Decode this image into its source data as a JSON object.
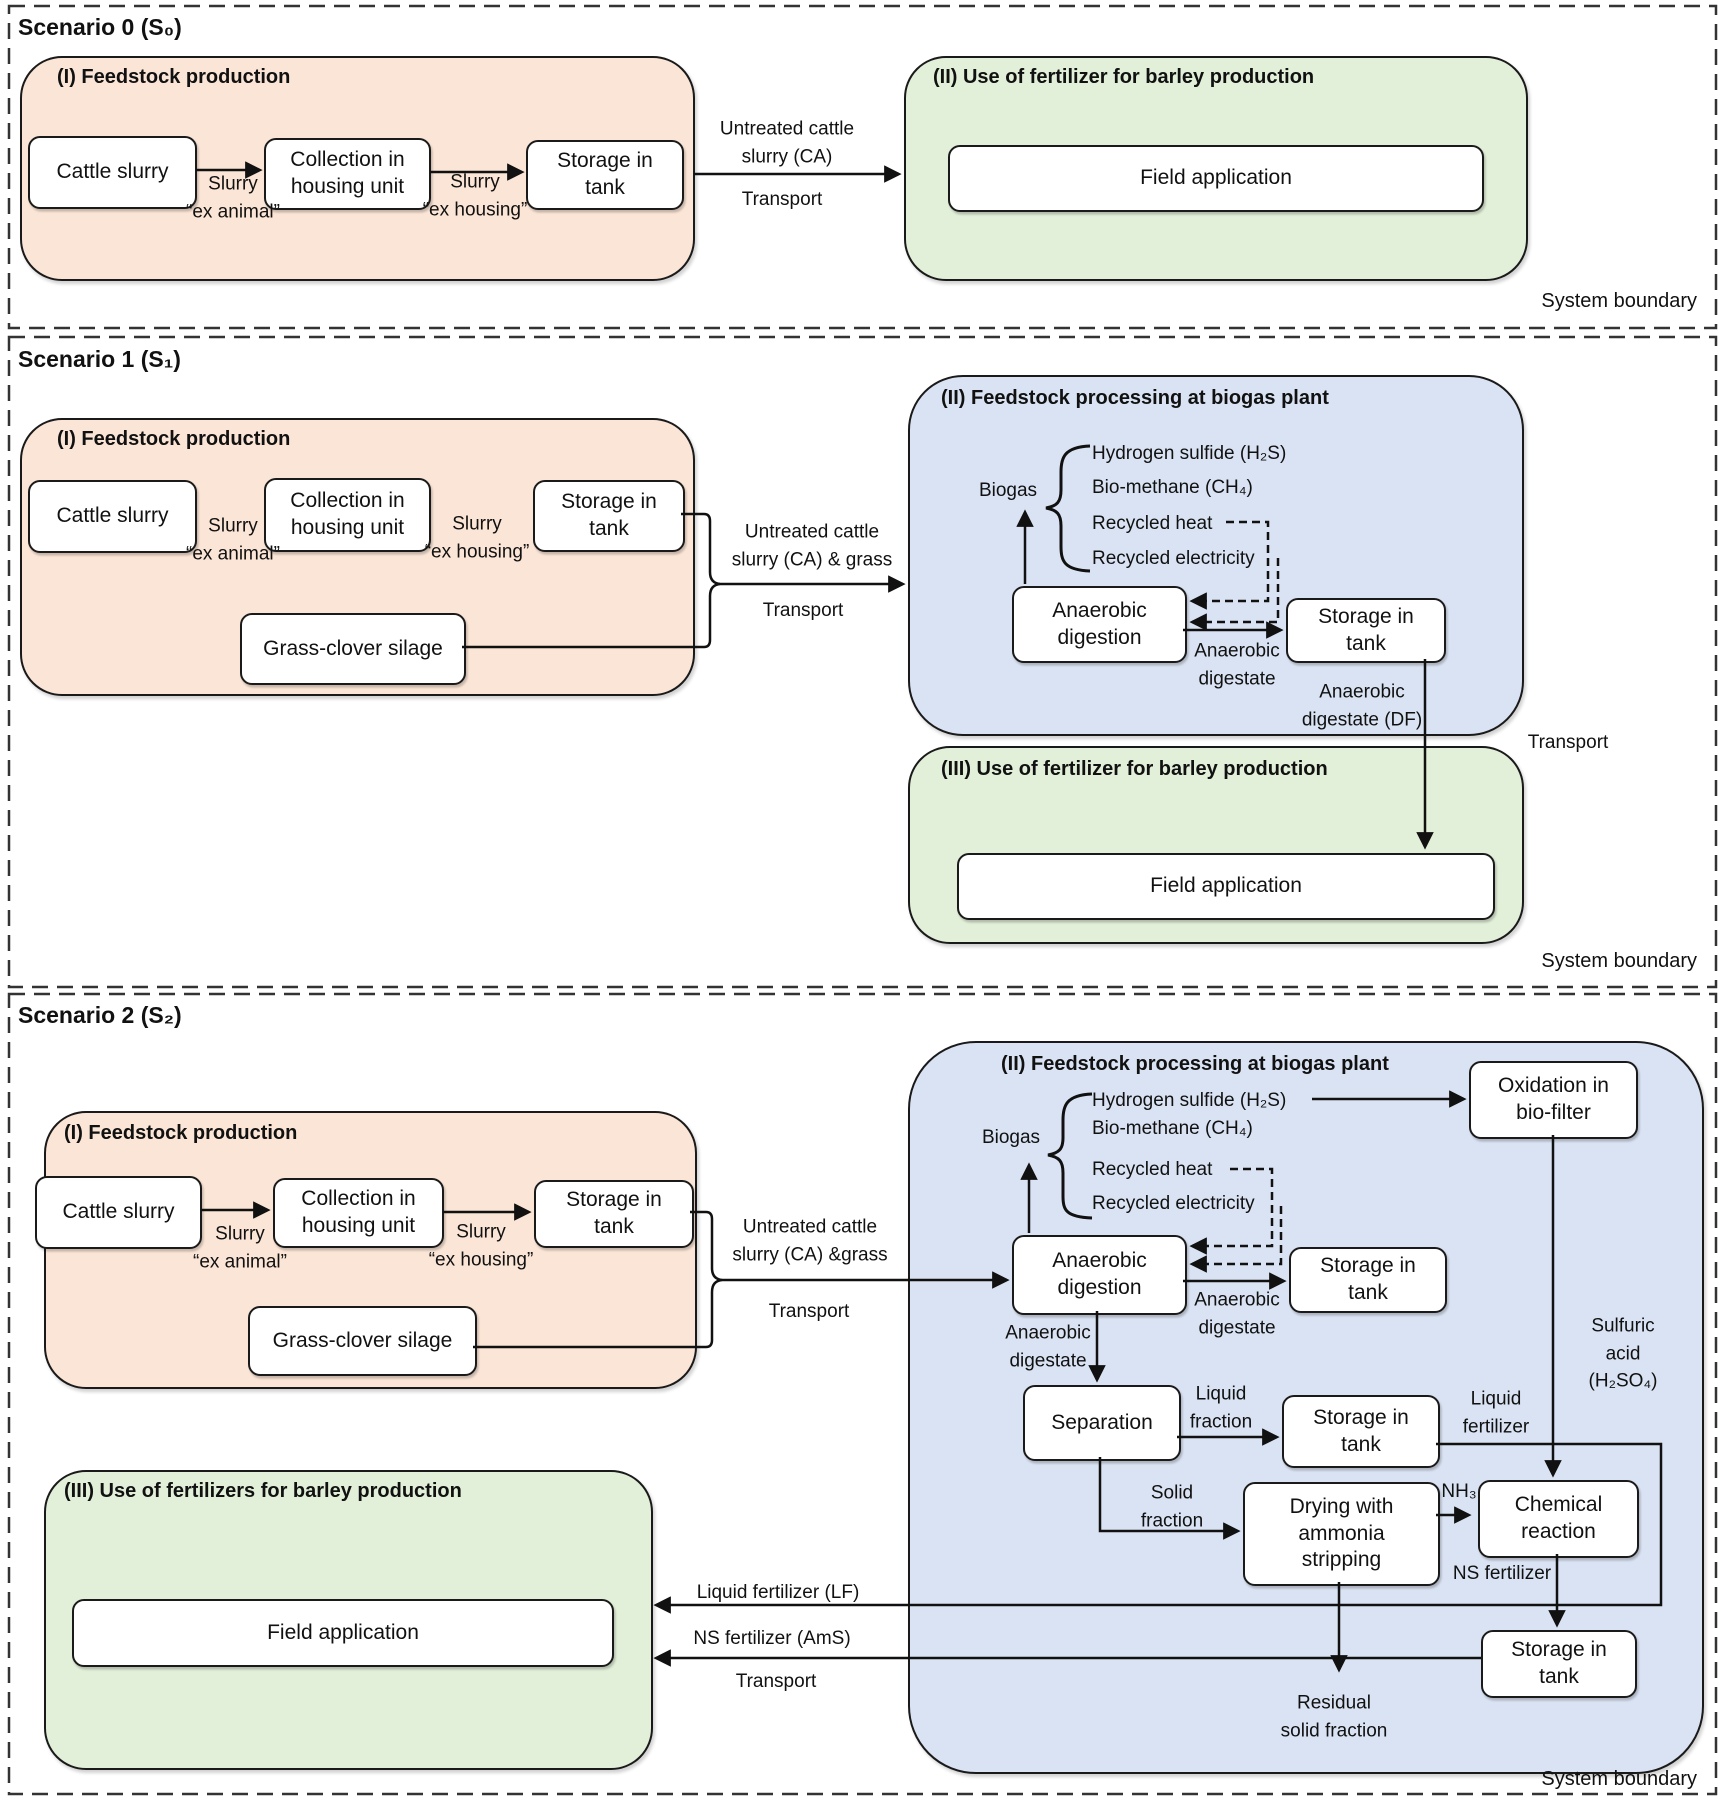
{
  "figure": {
    "type": "process-flow-diagram",
    "description": "Life cycle scenarios for cattle slurry and biogas-based fertilizer production"
  },
  "colors": {
    "feedstock_zone": "#FBE5D6",
    "fertilizer_zone": "#E2F0D9",
    "biogas_zone": "#DAE3F3",
    "line": "#111111",
    "boundary_dash": "#333333"
  },
  "s0": {
    "title": "Scenario 0 (S₀)",
    "boundary_label": "System boundary",
    "feedstock_title": "(I) Feedstock production",
    "use_title": "(II) Use of fertilizer for barley production",
    "nodes": {
      "cattle": "Cattle slurry",
      "collection": "Collection in\nhousing unit",
      "storage": "Storage in\ntank",
      "field": "Field application"
    },
    "flows": {
      "slurry_ex_animal": "Slurry\n“ex animal”",
      "slurry_ex_housing": "Slurry\n“ex housing”",
      "untreated": "Untreated  cattle\nslurry (CA)",
      "transport": "Transport"
    }
  },
  "s1": {
    "title": "Scenario 1 (S₁)",
    "boundary_label": "System boundary",
    "feedstock_title": "(I) Feedstock production",
    "processing_title": "(II) Feedstock processing at biogas plant",
    "use_title": "(III) Use of fertilizer for barley production",
    "nodes": {
      "cattle": "Cattle slurry",
      "collection": "Collection in\nhousing unit",
      "storage": "Storage in\ntank",
      "grass": "Grass-clover silage",
      "anaerobic": "Anaerobic\ndigestion",
      "storage_tank": "Storage in\ntank",
      "field": "Field application"
    },
    "biogas": {
      "label": "Biogas",
      "h2s": "Hydrogen sulfide (H₂S)",
      "ch4": "Bio-methane (CH₄)",
      "heat": "Recycled heat",
      "electricity": "Recycled electricity"
    },
    "flows": {
      "slurry_ex_animal": "Slurry\n“ex animal”",
      "slurry_ex_housing": "Slurry\n“ex housing”",
      "untreated": "Untreated  cattle\nslurry (CA)  & grass",
      "transport_in": "Transport",
      "digestate": "Anaerobic\ndigestate",
      "digestate_df": "Anaerobic\ndigestate (DF)",
      "transport_out": "Transport"
    }
  },
  "s2": {
    "title": "Scenario 2 (S₂)",
    "boundary_label": "System boundary",
    "feedstock_title": "(I) Feedstock production",
    "processing_title": "(II) Feedstock processing at biogas plant",
    "use_title": "(III) Use of fertilizers for barley production",
    "nodes": {
      "cattle": "Cattle slurry",
      "collection": "Collection in\nhousing unit",
      "storage": "Storage in\ntank",
      "grass": "Grass-clover silage",
      "oxidation": "Oxidation in\nbio-filter",
      "anaerobic": "Anaerobic\ndigestion",
      "storage_tank": "Storage in\ntank",
      "separation": "Separation",
      "storage_liquid": "Storage in\ntank",
      "drying": "Drying with\nammonia\nstripping",
      "chemical": "Chemical\nreaction",
      "storage_ns": "Storage in\ntank",
      "field": "Field application"
    },
    "biogas": {
      "label": "Biogas",
      "h2s": "Hydrogen sulfide (H₂S)",
      "ch4": "Bio-methane (CH₄)",
      "heat": "Recycled heat",
      "electricity": "Recycled electricity"
    },
    "flows": {
      "slurry_ex_animal": "Slurry\n“ex animal”",
      "slurry_ex_housing": "Slurry\n“ex housing”",
      "untreated": "Untreated  cattle\nslurry (CA) &grass",
      "transport_in": "Transport",
      "digestate_right": "Anaerobic\ndigestate",
      "digestate_left": "Anaerobic\ndigestate",
      "liquid_fraction": "Liquid\nfraction",
      "liquid_fertilizer": "Liquid\nfertilizer",
      "sulfuric_acid": "Sulfuric acid\n(H₂SO₄)",
      "solid_fraction": "Solid\nfraction",
      "nh3": "NH₃",
      "ns_fertilizer": "NS  fertilizer",
      "liquid_fertilizer_lf": "Liquid fertilizer (LF)",
      "ns_fertilizer_ams": "NS fertilizer (AmS)",
      "transport_out": "Transport",
      "residual": "Residual\nsolid fraction"
    }
  }
}
